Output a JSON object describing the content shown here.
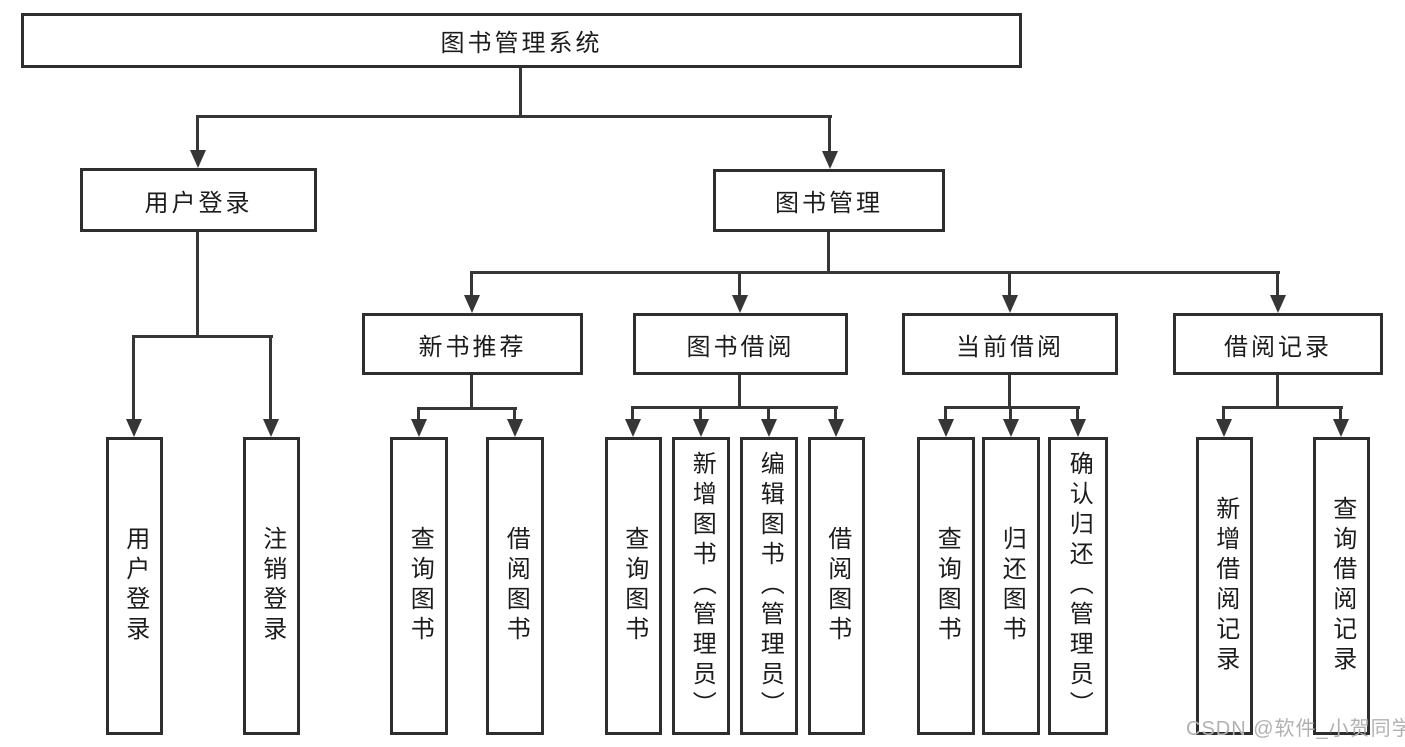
{
  "colors": {
    "background": "#ffffff",
    "box_border": "#2e2e2e",
    "line": "#363636",
    "text": "#1c1c1c",
    "watermark": "#b1b1b1"
  },
  "nodes": {
    "root": "图书管理系统",
    "user_login": "用户登录",
    "book_mgmt": "图书管理",
    "new_book_rec": "新书推荐",
    "book_borrow": "图书借阅",
    "current_borrow": "当前借阅",
    "borrow_record": "借阅记录",
    "ul_user_login": "用户登录",
    "ul_logout": "注销登录",
    "nb_query_book": "查询图书",
    "nb_borrow_book": "借阅图书",
    "bb_query_book": "查询图书",
    "bb_add_book": "新增图书（管理员）",
    "bb_edit_book": "编辑图书（管理员）",
    "bb_borrow_book": "借阅图书",
    "cb_query_book": "查询图书",
    "cb_return_book": "归还图书",
    "cb_confirm_return": "确认归还（管理员）",
    "br_add_record": "新增借阅记录",
    "br_query_record": "查询借阅记录"
  },
  "watermark": "CSDN @软件_小贺同学"
}
